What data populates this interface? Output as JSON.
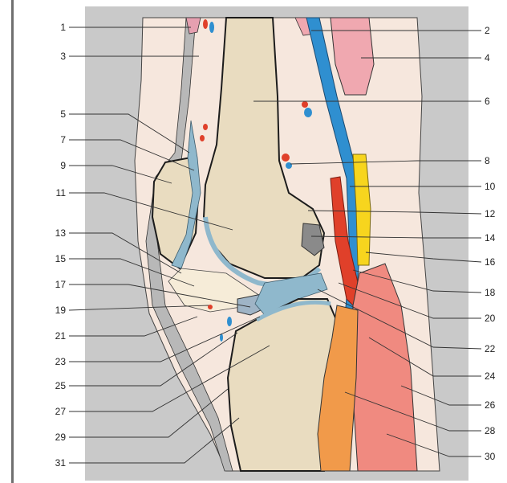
{
  "labels_left": [
    "1",
    "3",
    "5",
    "7",
    "9",
    "11",
    "13",
    "15",
    "17",
    "19",
    "21",
    "23",
    "25",
    "27",
    "29",
    "31"
  ],
  "labels_right": [
    "2",
    "4",
    "6",
    "8",
    "10",
    "12",
    "14",
    "16",
    "18",
    "20",
    "22",
    "24",
    "26",
    "28",
    "30"
  ],
  "colors": {
    "background_gray": "#c9c9c9",
    "skin": "#f6e7dd",
    "fat": "#f2d9cf",
    "bone": "#e9dcc0",
    "cartilage_blue": "#8fb8cc",
    "artery_red": "#e0402a",
    "vein_blue": "#2f8fd0",
    "nerve_yellow": "#f7d51e",
    "muscle_pink": "#f08a80",
    "muscle_orange": "#f19a4a",
    "bursa_pink": "#f0a8b0",
    "outline": "#1c1c1c"
  }
}
